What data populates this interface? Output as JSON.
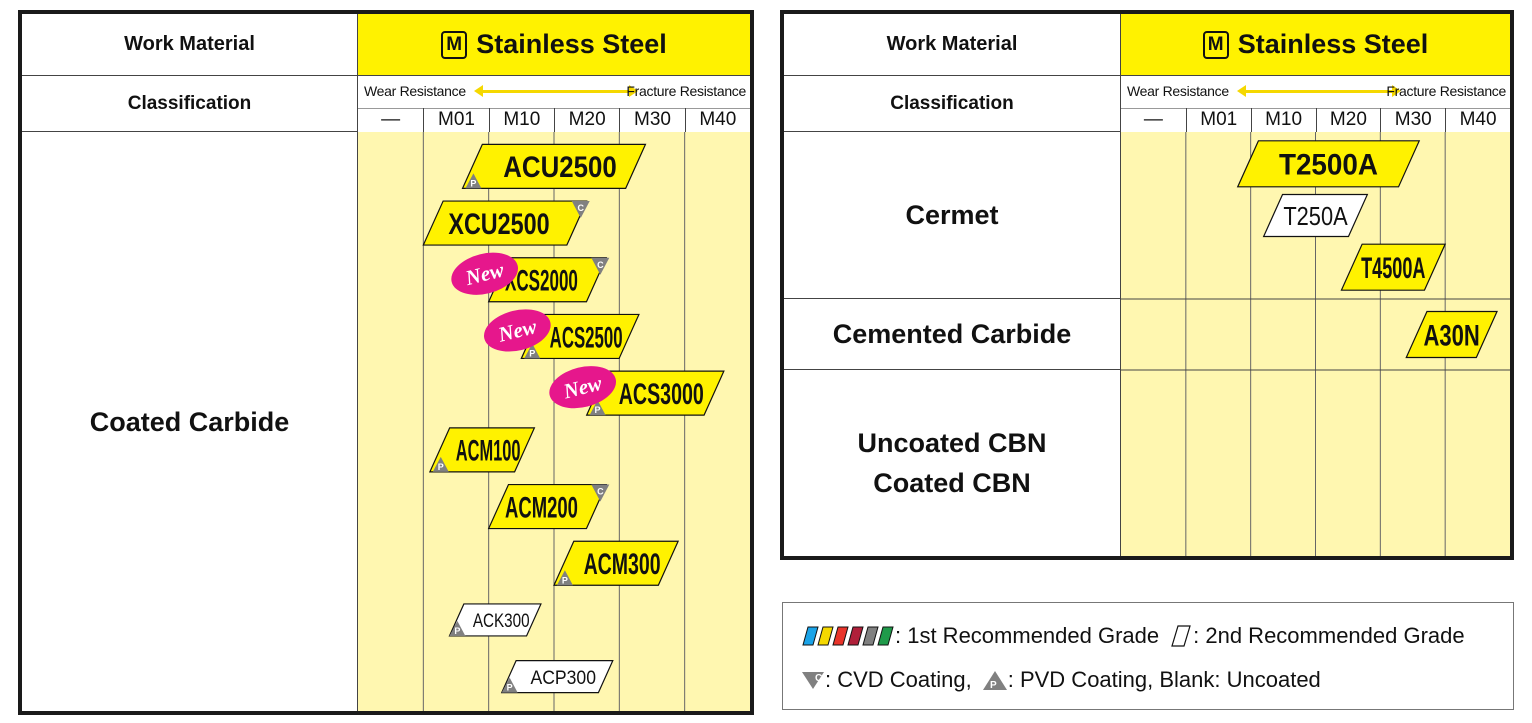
{
  "tables": [
    {
      "work_material_label": "Work Material",
      "material_badge": "M",
      "material_name": "Stainless Steel",
      "classification_label": "Classification",
      "wear_label": "Wear Resistance",
      "fracture_label": "Fracture Resistance",
      "columns": [
        "—",
        "M01",
        "M10",
        "M20",
        "M30",
        "M40"
      ],
      "rows": [
        {
          "label": "Coated Carbide",
          "grades": [
            {
              "name": "ACU2500",
              "recommendation": "1st",
              "coating": "PVD",
              "badge": "",
              "range": [
                1.6,
                4.4
              ]
            },
            {
              "name": "XCU2500",
              "recommendation": "1st",
              "coating": "CVD",
              "badge": "",
              "range": [
                1.0,
                3.5
              ]
            },
            {
              "name": "XCS2000",
              "recommendation": "1st",
              "coating": "CVD",
              "badge": "New",
              "range": [
                2.0,
                3.8
              ]
            },
            {
              "name": "ACS2500",
              "recommendation": "1st",
              "coating": "PVD",
              "badge": "New",
              "range": [
                2.5,
                4.3
              ]
            },
            {
              "name": "ACS3000",
              "recommendation": "1st",
              "coating": "PVD",
              "badge": "New",
              "range": [
                3.5,
                5.6
              ]
            },
            {
              "name": "ACM100",
              "recommendation": "1st",
              "coating": "PVD",
              "badge": "",
              "range": [
                1.1,
                2.7
              ]
            },
            {
              "name": "ACM200",
              "recommendation": "1st",
              "coating": "CVD",
              "badge": "",
              "range": [
                2.0,
                3.8
              ]
            },
            {
              "name": "ACM300",
              "recommendation": "1st",
              "coating": "PVD",
              "badge": "",
              "range": [
                3.0,
                4.9
              ]
            },
            {
              "name": "ACK300",
              "recommendation": "2nd",
              "coating": "PVD",
              "badge": "",
              "range": [
                1.4,
                2.8
              ]
            },
            {
              "name": "ACP300",
              "recommendation": "2nd",
              "coating": "PVD",
              "badge": "",
              "range": [
                2.2,
                3.9
              ]
            }
          ]
        }
      ]
    },
    {
      "work_material_label": "Work Material",
      "material_badge": "M",
      "material_name": "Stainless Steel",
      "classification_label": "Classification",
      "wear_label": "Wear Resistance",
      "fracture_label": "Fracture Resistance",
      "columns": [
        "—",
        "M01",
        "M10",
        "M20",
        "M30",
        "M40"
      ],
      "rows": [
        {
          "label": "Cermet",
          "grades": [
            {
              "name": "T2500A",
              "recommendation": "1st",
              "coating": "none",
              "badge": "",
              "range": [
                1.8,
                4.6
              ]
            },
            {
              "name": "T250A",
              "recommendation": "2nd",
              "coating": "none",
              "badge": "",
              "range": [
                2.2,
                3.8
              ]
            },
            {
              "name": "T4500A",
              "recommendation": "1st",
              "coating": "none",
              "badge": "",
              "range": [
                3.4,
                5.0
              ]
            }
          ]
        },
        {
          "label": "Cemented Carbide",
          "grades": [
            {
              "name": "A30N",
              "recommendation": "1st",
              "coating": "none",
              "badge": "",
              "range": [
                4.4,
                5.8
              ]
            }
          ]
        },
        {
          "label": "Uncoated CBN\nCoated CBN",
          "grades": []
        }
      ]
    }
  ],
  "legend": {
    "first_grade_text": ": 1st Recommended Grade",
    "second_grade_text": ": 2nd Recommended Grade",
    "cvd_text": ": CVD Coating,",
    "pvd_text": ": PVD Coating, Blank: Uncoated",
    "swatch_colors": [
      "#1aa3e8",
      "#f5d800",
      "#e8342a",
      "#b0203a",
      "#808080",
      "#1f9a4a"
    ]
  },
  "colors": {
    "highlight_yellow": "#fff200",
    "zone_yellow": "#fff7b0",
    "new_badge": "#e6178c",
    "coating_triangle": "#808080"
  }
}
